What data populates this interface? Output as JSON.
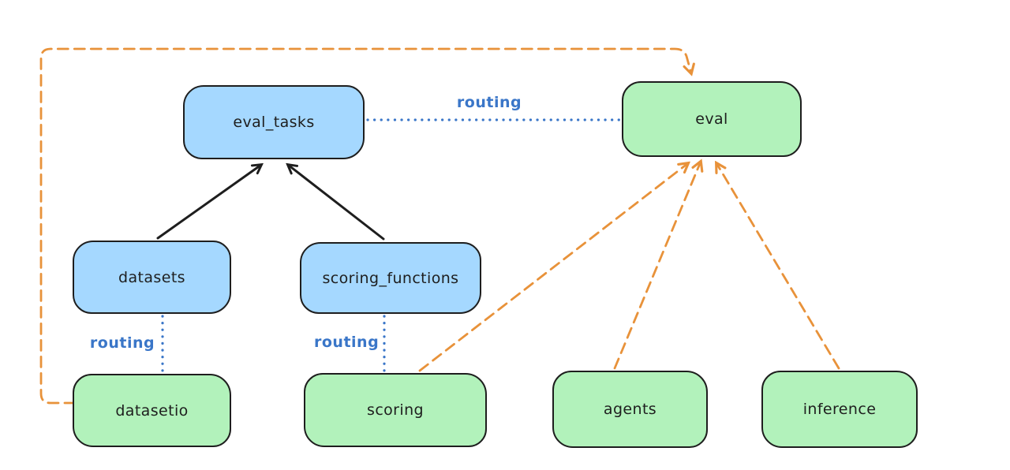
{
  "diagram": {
    "colors": {
      "background": "#ffffff",
      "node_blue_fill": "#a5d8ff",
      "node_green_fill": "#b2f2bb",
      "stroke_dark": "#1e1e1e",
      "routing_blue": "#3a76c8",
      "orange": "#e8923a"
    },
    "nodes": {
      "eval_tasks": {
        "label": "eval_tasks",
        "fill": "#a5d8ff"
      },
      "eval": {
        "label": "eval",
        "fill": "#b2f2bb"
      },
      "datasets": {
        "label": "datasets",
        "fill": "#a5d8ff"
      },
      "scoring_functions": {
        "label": "scoring_functions",
        "fill": "#a5d8ff"
      },
      "datasetio": {
        "label": "datasetio",
        "fill": "#b2f2bb"
      },
      "scoring": {
        "label": "scoring",
        "fill": "#b2f2bb"
      },
      "agents": {
        "label": "agents",
        "fill": "#b2f2bb"
      },
      "inference": {
        "label": "inference",
        "fill": "#b2f2bb"
      }
    },
    "edges": [
      {
        "from": "datasets",
        "to": "eval_tasks",
        "style": "solid",
        "color": "#1e1e1e",
        "arrow": true
      },
      {
        "from": "scoring_functions",
        "to": "eval_tasks",
        "style": "solid",
        "color": "#1e1e1e",
        "arrow": true
      },
      {
        "from": "eval_tasks",
        "to": "eval",
        "style": "dotted",
        "color": "#3a76c8",
        "arrow": false,
        "label": "routing"
      },
      {
        "from": "datasets",
        "to": "datasetio",
        "style": "dotted",
        "color": "#3a76c8",
        "arrow": false,
        "label": "routing"
      },
      {
        "from": "scoring_functions",
        "to": "scoring",
        "style": "dotted",
        "color": "#3a76c8",
        "arrow": false,
        "label": "routing"
      },
      {
        "from": "scoring",
        "to": "eval",
        "style": "dashed",
        "color": "#e8923a",
        "arrow": true
      },
      {
        "from": "agents",
        "to": "eval",
        "style": "dashed",
        "color": "#e8923a",
        "arrow": true
      },
      {
        "from": "inference",
        "to": "eval",
        "style": "dashed",
        "color": "#e8923a",
        "arrow": true
      },
      {
        "from": "datasetio",
        "to": "eval",
        "style": "dashed",
        "color": "#e8923a",
        "arrow": true,
        "route": "left-top-loop"
      }
    ]
  }
}
